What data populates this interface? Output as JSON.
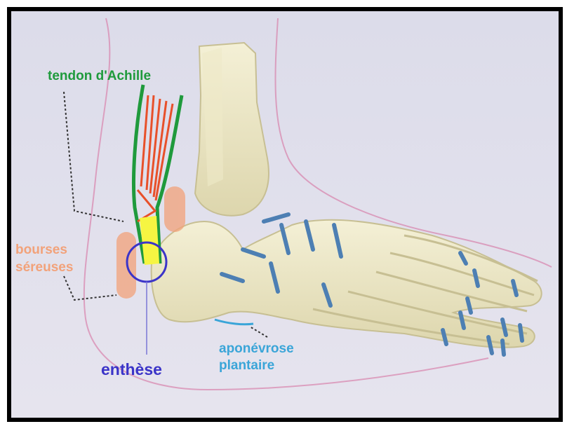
{
  "image": {
    "subject": "foot-skeleton-model",
    "background_color": "#dcdcec",
    "frame_color": "#000000"
  },
  "labels": {
    "tendon": "tendon d'Achille",
    "bourses_line1": "bourses",
    "bourses_line2": "séreuses",
    "enthese": "enthèse",
    "aponevrose_line1": "aponévrose",
    "aponevrose_line2": "plantaire"
  },
  "colors": {
    "tendon_green": "#1f9a3c",
    "tendon_red": "#e8502a",
    "tendon_yellow": "#f6f542",
    "bourses_orange": "#f2a27a",
    "enthese_blue": "#3b34c8",
    "aponevrose_blue": "#3aa5d8",
    "bone": "#ebe6c4",
    "cartilage": "#4d7fb3",
    "skin_outline": "#d98fb4"
  }
}
